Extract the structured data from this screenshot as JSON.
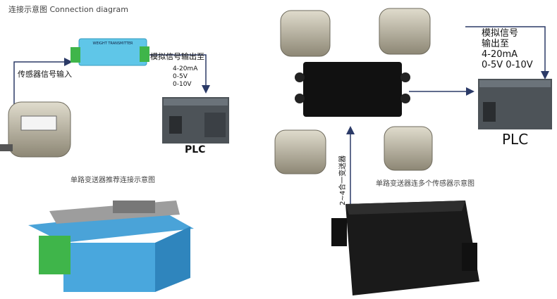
{
  "title": "连接示意图 Connection diagram",
  "left": {
    "transmitter_label": "WEIGHT TRANSMITTER",
    "input_label": "传感器信号输入",
    "output_label": "模拟信号输出至",
    "output_values": [
      "4-20mA",
      "0-5V",
      "0-10V"
    ],
    "plc_label": "PLC",
    "caption": "单路变送器推荐连接示意图"
  },
  "right": {
    "output_label_lines": [
      "模拟信号",
      "输出至",
      "4-20mA",
      "0-5V 0-10V"
    ],
    "plc_label": "PLC",
    "junction_label": "2~4合一变送器",
    "caption": "单路变送器连多个传感器示意图"
  },
  "colors": {
    "line": "#2b3a67",
    "transmitter": "#5fc6e8",
    "terminal": "#3fb54a",
    "box": "#111111",
    "loadcell": "#b9b3a0"
  }
}
